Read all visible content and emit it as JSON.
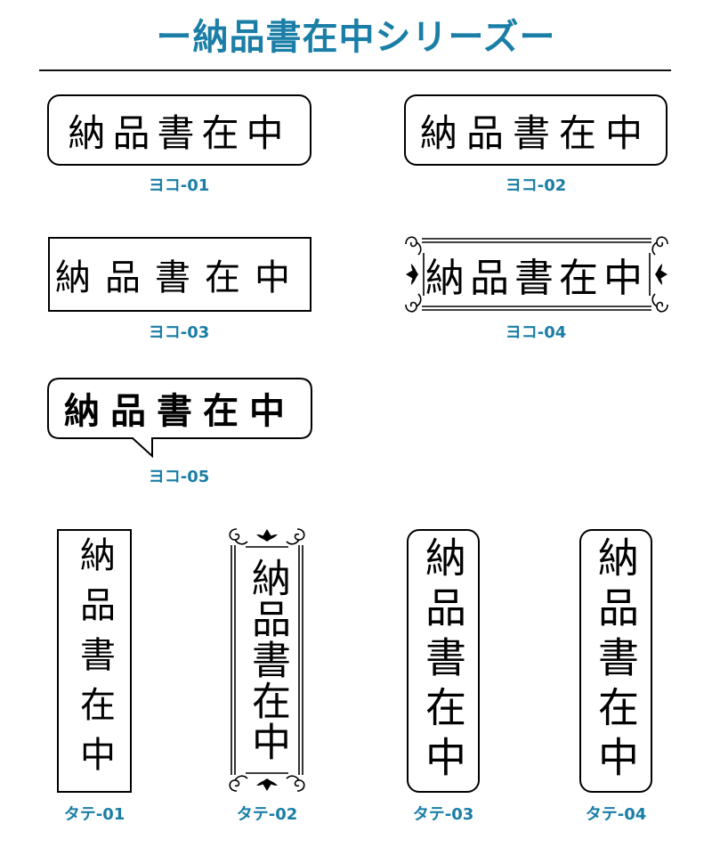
{
  "page": {
    "title": "ー納品書在中シリーズー",
    "accent_color": "#1a7ea6"
  },
  "stamps": {
    "yoko01": {
      "text": "納品書在中",
      "caption": "ヨコ-01"
    },
    "yoko02": {
      "text": "納品書在中",
      "caption": "ヨコ-02"
    },
    "yoko03": {
      "text": "納品書在中",
      "caption": "ヨコ-03"
    },
    "yoko04": {
      "text": "納品書在中",
      "caption": "ヨコ-04"
    },
    "yoko05": {
      "text": "納品書在中",
      "caption": "ヨコ-05"
    },
    "tate01": {
      "text": "納品書在中",
      "caption": "タテ-01"
    },
    "tate02": {
      "text": "納品書在中",
      "caption": "タテ-02"
    },
    "tate03": {
      "text": "納品書在中",
      "caption": "タテ-03"
    },
    "tate04": {
      "text": "納品書在中",
      "caption": "タテ-04"
    }
  }
}
